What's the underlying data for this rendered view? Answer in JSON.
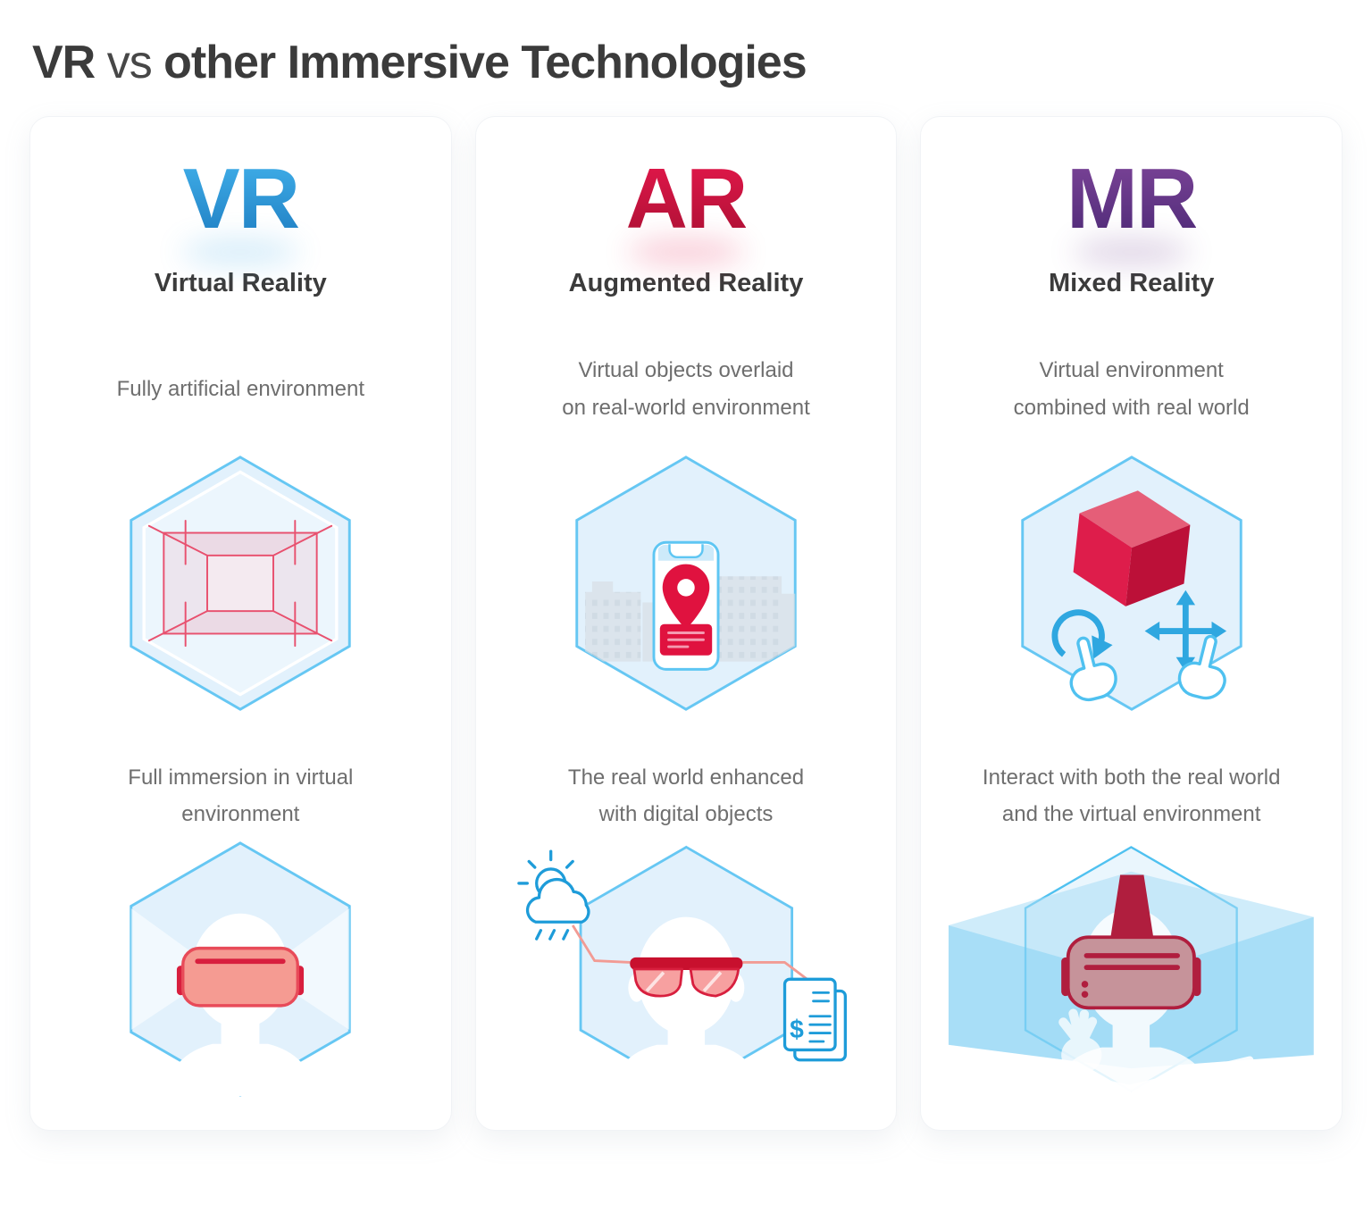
{
  "title": {
    "vr": "VR",
    "vs": " vs ",
    "rest": "other Immersive Technologies"
  },
  "cards": [
    {
      "abbr": "VR",
      "name": "Virtual Reality",
      "descriptions": [
        "Fully artificial environment",
        "Full immersion in virtual\nenvironment"
      ],
      "icons": [
        "hexagon-virtual-room",
        "hexagon-person-vr-headset"
      ],
      "accent_gradient": [
        "#41B0EA",
        "#1F7EC2"
      ]
    },
    {
      "abbr": "AR",
      "name": "Augmented Reality",
      "descriptions": [
        "Virtual objects overlaid\non real-world environment",
        "The real world enhanced\nwith digital objects"
      ],
      "icons": [
        "hexagon-phone-location-city",
        "hexagon-person-ar-glasses-data"
      ],
      "accent_gradient": [
        "#E4174B",
        "#AB1134"
      ]
    },
    {
      "abbr": "MR",
      "name": "Mixed Reality",
      "descriptions": [
        "Virtual environment\ncombined with real world",
        "Interact with both the real world\nand the virtual environment"
      ],
      "icons": [
        "hexagon-cube-gesture-hands",
        "hexagon-person-mr-headset-projection"
      ],
      "accent_gradient": [
        "#7C4498",
        "#4E2A77"
      ]
    }
  ],
  "icon_glyphs": {
    "dollar": "$"
  },
  "colors": {
    "title_text": "#3B3B3B",
    "body_text": "#6E6E6E",
    "hexagon_fill": "#E2F1FC",
    "hexagon_stroke": "#66C7F3",
    "accent_red": "#E0123F",
    "dark_red": "#B01E3E",
    "salmon": "#F49C94",
    "icon_blue": "#1E9CD9",
    "gesture_blue": "#2FA7E0",
    "city_gray": "#D7DEE4",
    "card_background": "#FFFFFF"
  }
}
